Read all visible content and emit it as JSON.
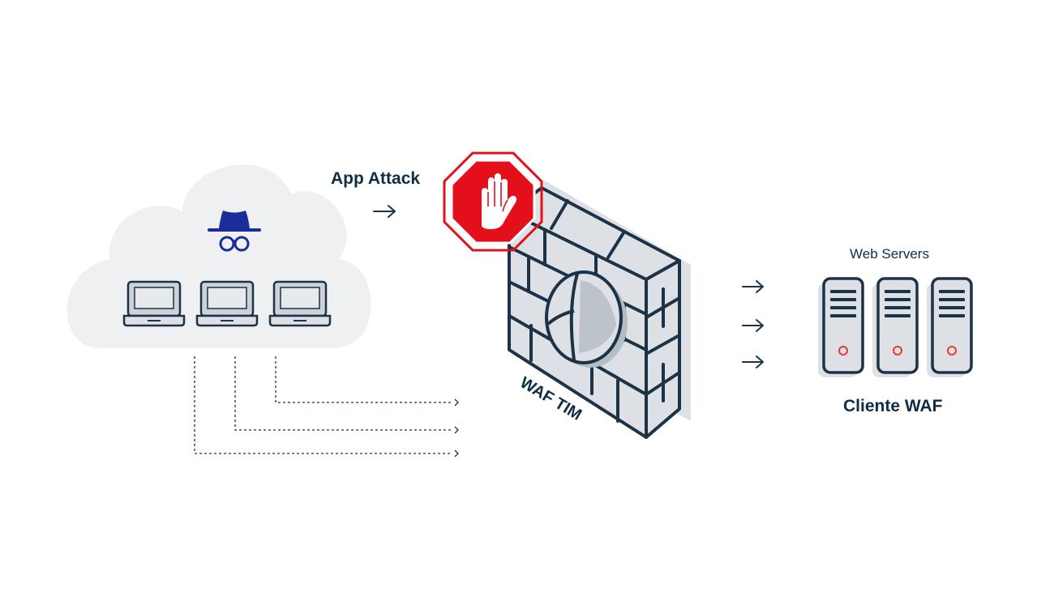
{
  "labels": {
    "app_attack": "App Attack",
    "waf_tim": "WAF TIM",
    "web_servers": "Web Servers",
    "cliente_waf": "Cliente WAF"
  },
  "icons": {
    "attacker": "incognito-hacker-icon",
    "clients": [
      "laptop-icon",
      "laptop-icon",
      "laptop-icon"
    ],
    "stop": "stop-hand-icon",
    "firewall": "firewall-wall-icon",
    "servers": [
      "server-icon",
      "server-icon",
      "server-icon"
    ]
  },
  "colors": {
    "navy": "#1c3246",
    "hacker_blue": "#1b2d9a",
    "stop_red": "#e3101b",
    "cloud": "#eef0f2",
    "device_fill": "#dde0e4",
    "server_led": "#e53935"
  }
}
